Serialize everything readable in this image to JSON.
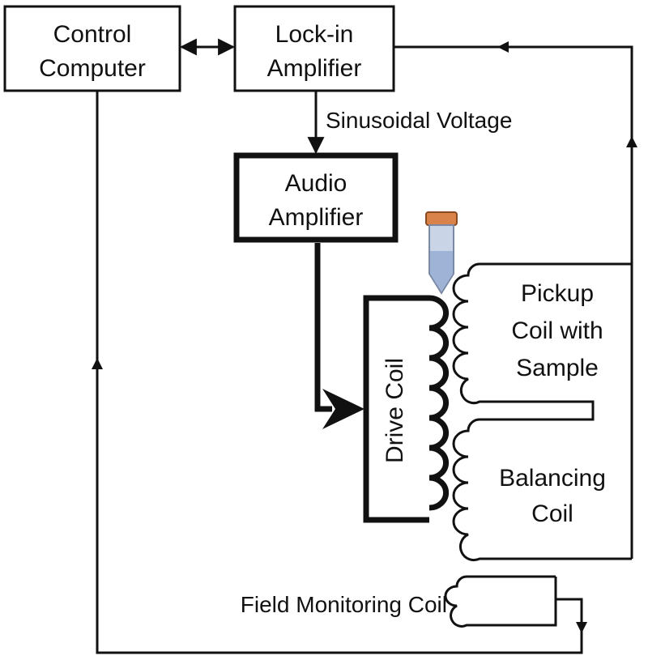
{
  "diagram": {
    "boxes": {
      "control_computer": [
        "Control",
        "Computer"
      ],
      "lockin_amplifier": [
        "Lock-in",
        "Amplifier"
      ],
      "audio_amplifier": [
        "Audio",
        "Amplifier"
      ]
    },
    "labels": {
      "sinusoidal_voltage": "Sinusoidal Voltage",
      "drive_coil": "Drive Coil",
      "pickup_coil": [
        "Pickup",
        "Coil with",
        "Sample"
      ],
      "balancing_coil": [
        "Balancing",
        "Coil"
      ],
      "field_monitoring_coil": "Field Monitoring Coil"
    },
    "colors": {
      "line": "#111111",
      "tube_cap": "#d9834a",
      "tube_body": "#c9d4e6",
      "tube_liquid": "#9fb3d6"
    }
  }
}
